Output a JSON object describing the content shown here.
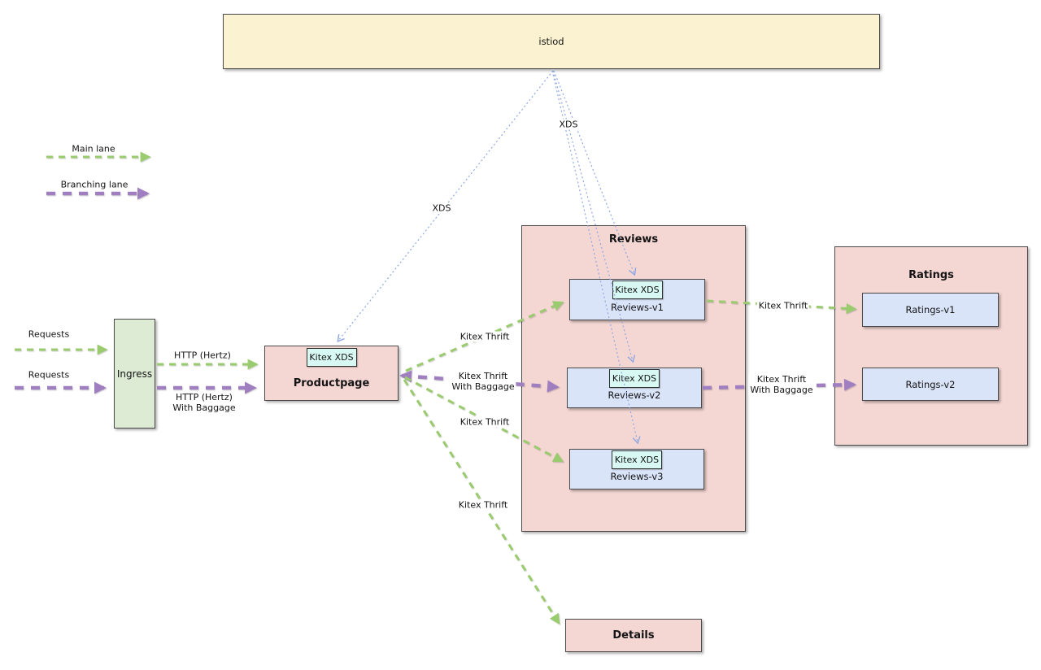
{
  "legend": {
    "main_label": "Main lane",
    "branching_label": "Branching lane"
  },
  "nodes": {
    "istiod": {
      "label": "istiod"
    },
    "ingress": {
      "label": "Ingress"
    },
    "productpage": {
      "label": "Productpage",
      "badge": "Kitex XDS"
    },
    "reviews": {
      "label": "Reviews"
    },
    "reviews_v1": {
      "label": "Reviews-v1",
      "badge": "Kitex XDS"
    },
    "reviews_v2": {
      "label": "Reviews-v2",
      "badge": "Kitex XDS"
    },
    "reviews_v3": {
      "label": "Reviews-v3",
      "badge": "Kitex XDS"
    },
    "ratings": {
      "label": "Ratings"
    },
    "ratings_v1": {
      "label": "Ratings-v1"
    },
    "ratings_v2": {
      "label": "Ratings-v2"
    },
    "details": {
      "label": "Details"
    }
  },
  "edges": {
    "requests_main": "Requests",
    "requests_branching": "Requests",
    "ingress_to_pp_main": "HTTP (Hertz)",
    "ingress_to_pp_branching_line1": "HTTP (Hertz)",
    "ingress_to_pp_branching_line2": "With Baggage",
    "pp_to_reviews_v1": "Kitex Thrift",
    "pp_to_reviews_v2_line1": "Kitex Thrift",
    "pp_to_reviews_v2_line2": "With Baggage",
    "pp_to_reviews_v3": "Kitex Thrift",
    "pp_to_details": "Kitex Thrift",
    "reviews_v1_to_ratings_v1": "Kitex Thrift",
    "reviews_v2_to_ratings_v2_line1": "Kitex Thrift",
    "reviews_v2_to_ratings_v2_line2": "With Baggage",
    "istiod_to_productpage": "XDS",
    "istiod_to_reviews": "XDS"
  },
  "colors": {
    "main_lane_green": "#9ACB6E",
    "branching_lane_purple": "#A07FC0",
    "xds_blue": "#8FA7E0",
    "container_pink": "#F4D6D3",
    "istiod_yellow": "#FAF2D0",
    "service_blue": "#DAE4F8",
    "ingress_green": "#DDEBD5",
    "badge_cyan": "#D7F8F3"
  }
}
